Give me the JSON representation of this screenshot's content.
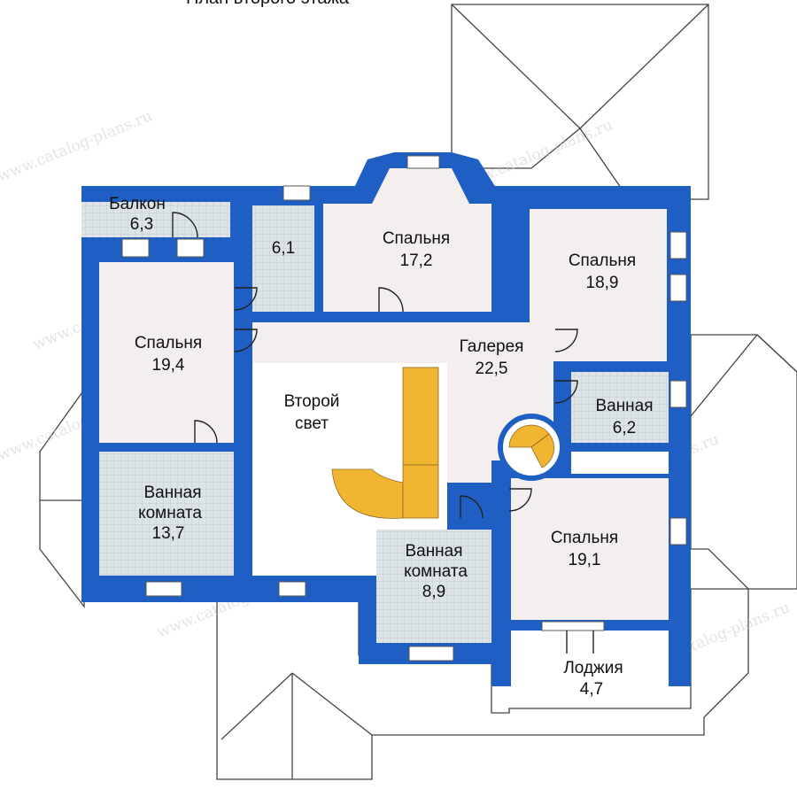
{
  "title": "План второго этажа",
  "watermark": "www.catalog-plans.ru",
  "colors": {
    "wall": "#1f5fc4",
    "floor": "#f4eeee",
    "tile": "#d9e1e6",
    "stair": "#f2b531"
  },
  "rooms": [
    {
      "id": "balcony",
      "name": "Балкон",
      "area": "6,3"
    },
    {
      "id": "storage",
      "name": "",
      "area": "6,1"
    },
    {
      "id": "bedroom-top",
      "name": "Спальня",
      "area": "17,2"
    },
    {
      "id": "bedroom-right-top",
      "name": "Спальня",
      "area": "18,9"
    },
    {
      "id": "bedroom-left",
      "name": "Спальня",
      "area": "19,4"
    },
    {
      "id": "gallery",
      "name": "Галерея",
      "area": "22,5"
    },
    {
      "id": "second-light",
      "name": "Второй",
      "name2": "свет"
    },
    {
      "id": "bath-small",
      "name": "Ванная",
      "area": "6,2"
    },
    {
      "id": "bath-left",
      "name": "Ванная",
      "name2": "комната",
      "area": "13,7"
    },
    {
      "id": "bath-center",
      "name": "Ванная",
      "name2": "комната",
      "area": "8,9"
    },
    {
      "id": "bedroom-right-bottom",
      "name": "Спальня",
      "area": "19,1"
    },
    {
      "id": "loggia",
      "name": "Лоджия",
      "area": "4,7"
    }
  ]
}
